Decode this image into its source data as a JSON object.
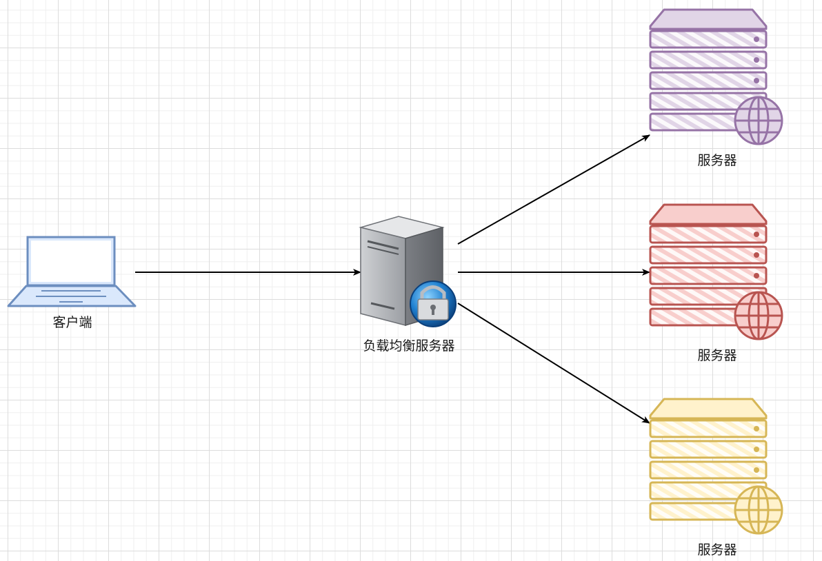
{
  "diagram": {
    "nodes": [
      {
        "id": "client",
        "label": "客户端",
        "icon": "laptop-icon",
        "color": "#6c8ebf"
      },
      {
        "id": "load-balancer",
        "label": "负载均衡服务器",
        "icon": "secure-server-icon",
        "color": "#8a8a8a"
      },
      {
        "id": "server-1",
        "label": "服务器",
        "icon": "web-server-icon",
        "color": "#9673a6",
        "fill": "#e1d5e7"
      },
      {
        "id": "server-2",
        "label": "服务器",
        "icon": "web-server-icon",
        "color": "#b85450",
        "fill": "#f8cecc"
      },
      {
        "id": "server-3",
        "label": "服务器",
        "icon": "web-server-icon",
        "color": "#d6b656",
        "fill": "#fff2cc"
      }
    ],
    "edges": [
      {
        "from": "client",
        "to": "load-balancer"
      },
      {
        "from": "load-balancer",
        "to": "server-1"
      },
      {
        "from": "load-balancer",
        "to": "server-2"
      },
      {
        "from": "load-balancer",
        "to": "server-3"
      }
    ]
  }
}
